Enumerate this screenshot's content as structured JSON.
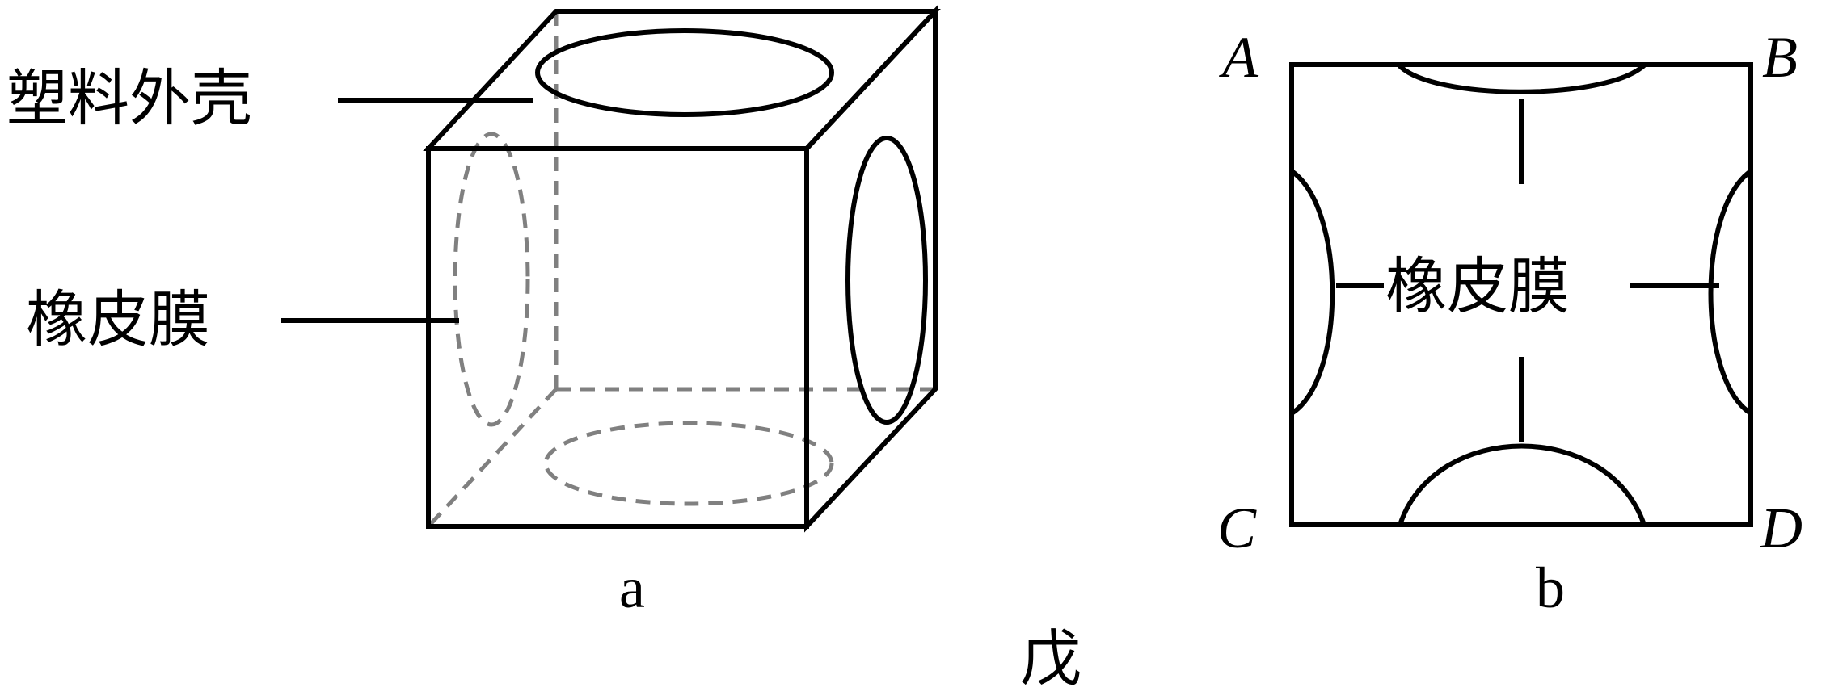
{
  "figure_a": {
    "label_shell": "塑料外壳",
    "label_membrane": "橡皮膜",
    "caption": "a"
  },
  "figure_b": {
    "label_membrane": "橡皮膜",
    "corner_a": "A",
    "corner_b": "B",
    "corner_c": "C",
    "corner_d": "D",
    "caption": "b"
  },
  "figure_caption": "戊",
  "colors": {
    "line": "#000000",
    "hidden_line": "#808080",
    "background": "#ffffff"
  }
}
